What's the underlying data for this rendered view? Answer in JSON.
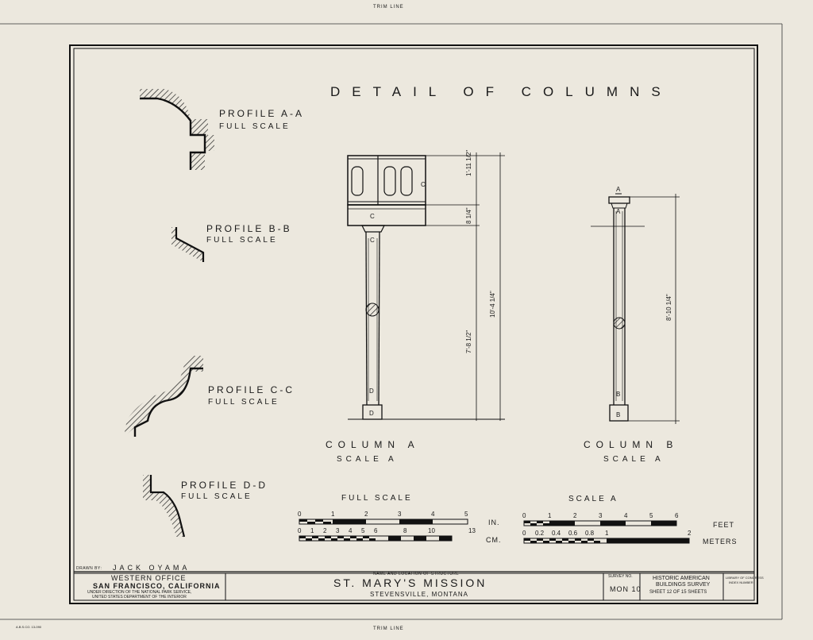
{
  "trim_top": "TRIM LINE",
  "trim_bottom": "TRIM LINE",
  "title": "DETAIL OF COLUMNS",
  "profiles": [
    {
      "label": "PROFILE A-A",
      "scale": "FULL SCALE"
    },
    {
      "label": "PROFILE B-B",
      "scale": "FULL SCALE"
    },
    {
      "label": "PROFILE C-C",
      "scale": "FULL SCALE"
    },
    {
      "label": "PROFILE D-D",
      "scale": "FULL SCALE"
    }
  ],
  "column_a": {
    "label": "COLUMN A",
    "scale": "SCALE A",
    "markers": [
      "C",
      "C",
      "C",
      "D",
      "D"
    ],
    "dims": [
      "1'-11 1/2\"",
      "8 1/4\"",
      "7'-8 1/2\"",
      "10'-4 1/4\""
    ]
  },
  "column_b": {
    "label": "COLUMN B",
    "scale": "SCALE A",
    "markers": [
      "A",
      "A",
      "B",
      "B"
    ],
    "dims": [
      "8'-10 1/4\""
    ]
  },
  "scales": {
    "full_scale_title": "FULL SCALE",
    "inch_ticks": [
      "0",
      "1",
      "2",
      "3",
      "4",
      "5"
    ],
    "inch_unit": "IN.",
    "cm_ticks": [
      "0",
      "1",
      "2",
      "3",
      "4",
      "5",
      "6",
      "8",
      "10",
      "13"
    ],
    "cm_unit": "CM.",
    "scale_a_title": "SCALE A",
    "feet_ticks": [
      "0",
      "1",
      "2",
      "3",
      "4",
      "5",
      "6"
    ],
    "feet_unit": "FEET",
    "meter_ticks": [
      "0",
      "0.2",
      "0.4",
      "0.6",
      "0.8",
      "1",
      "2"
    ],
    "meter_unit": "METERS"
  },
  "title_block": {
    "drawn_by_label": "DRAWN BY:",
    "drawn_by": "JACK OYAMA",
    "office": "WESTERN OFFICE",
    "city": "SAN FRANCISCO, CALIFORNIA",
    "direction1": "UNDER DIRECTION OF THE NATIONAL PARK SERVICE,",
    "direction2": "UNITED STATES DEPARTMENT OF THE INTERIOR",
    "name_caption": "NAME AND LOCATION OF STRUCTURE",
    "structure": "ST. MARY'S MISSION",
    "location": "STEVENSVILLE, MONTANA",
    "survey_label": "SURVEY NO.",
    "survey_no": "MON 10",
    "habs1": "HISTORIC AMERICAN",
    "habs2": "BUILDINGS SURVEY",
    "sheet": "SHEET 12 OF 15 SHEETS",
    "loc1": "LIBRARY OF CONGRESS",
    "loc2": "INDEX NUMBER"
  },
  "footer_code": "A.B.S.CO. 13-090"
}
